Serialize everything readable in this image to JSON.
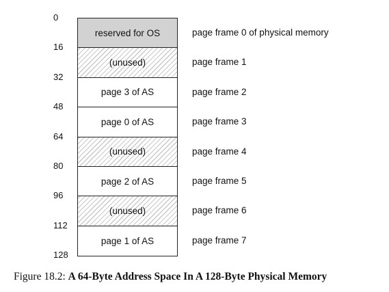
{
  "addresses": [
    "0",
    "16",
    "32",
    "48",
    "64",
    "80",
    "96",
    "112",
    "128"
  ],
  "frames": [
    {
      "content": "reserved for OS",
      "label": "page frame 0 of physical memory",
      "kind": "os"
    },
    {
      "content": "(unused)",
      "label": "page frame 1",
      "kind": "unused"
    },
    {
      "content": "page 3 of AS",
      "label": "page frame 2",
      "kind": "used"
    },
    {
      "content": "page 0 of AS",
      "label": "page frame 3",
      "kind": "used"
    },
    {
      "content": "(unused)",
      "label": "page frame 4",
      "kind": "unused"
    },
    {
      "content": "page 2 of AS",
      "label": "page frame 5",
      "kind": "used"
    },
    {
      "content": "(unused)",
      "label": "page frame 6",
      "kind": "unused"
    },
    {
      "content": "page 1 of AS",
      "label": "page frame 7",
      "kind": "used"
    }
  ],
  "caption": {
    "number": "Figure 18.2:",
    "title": "A 64-Byte Address Space In A 128-Byte Physical Memory"
  },
  "colors": {
    "os_fill": "#d2d2d2",
    "hatch": "#c9c9c9",
    "border": "#222222"
  }
}
